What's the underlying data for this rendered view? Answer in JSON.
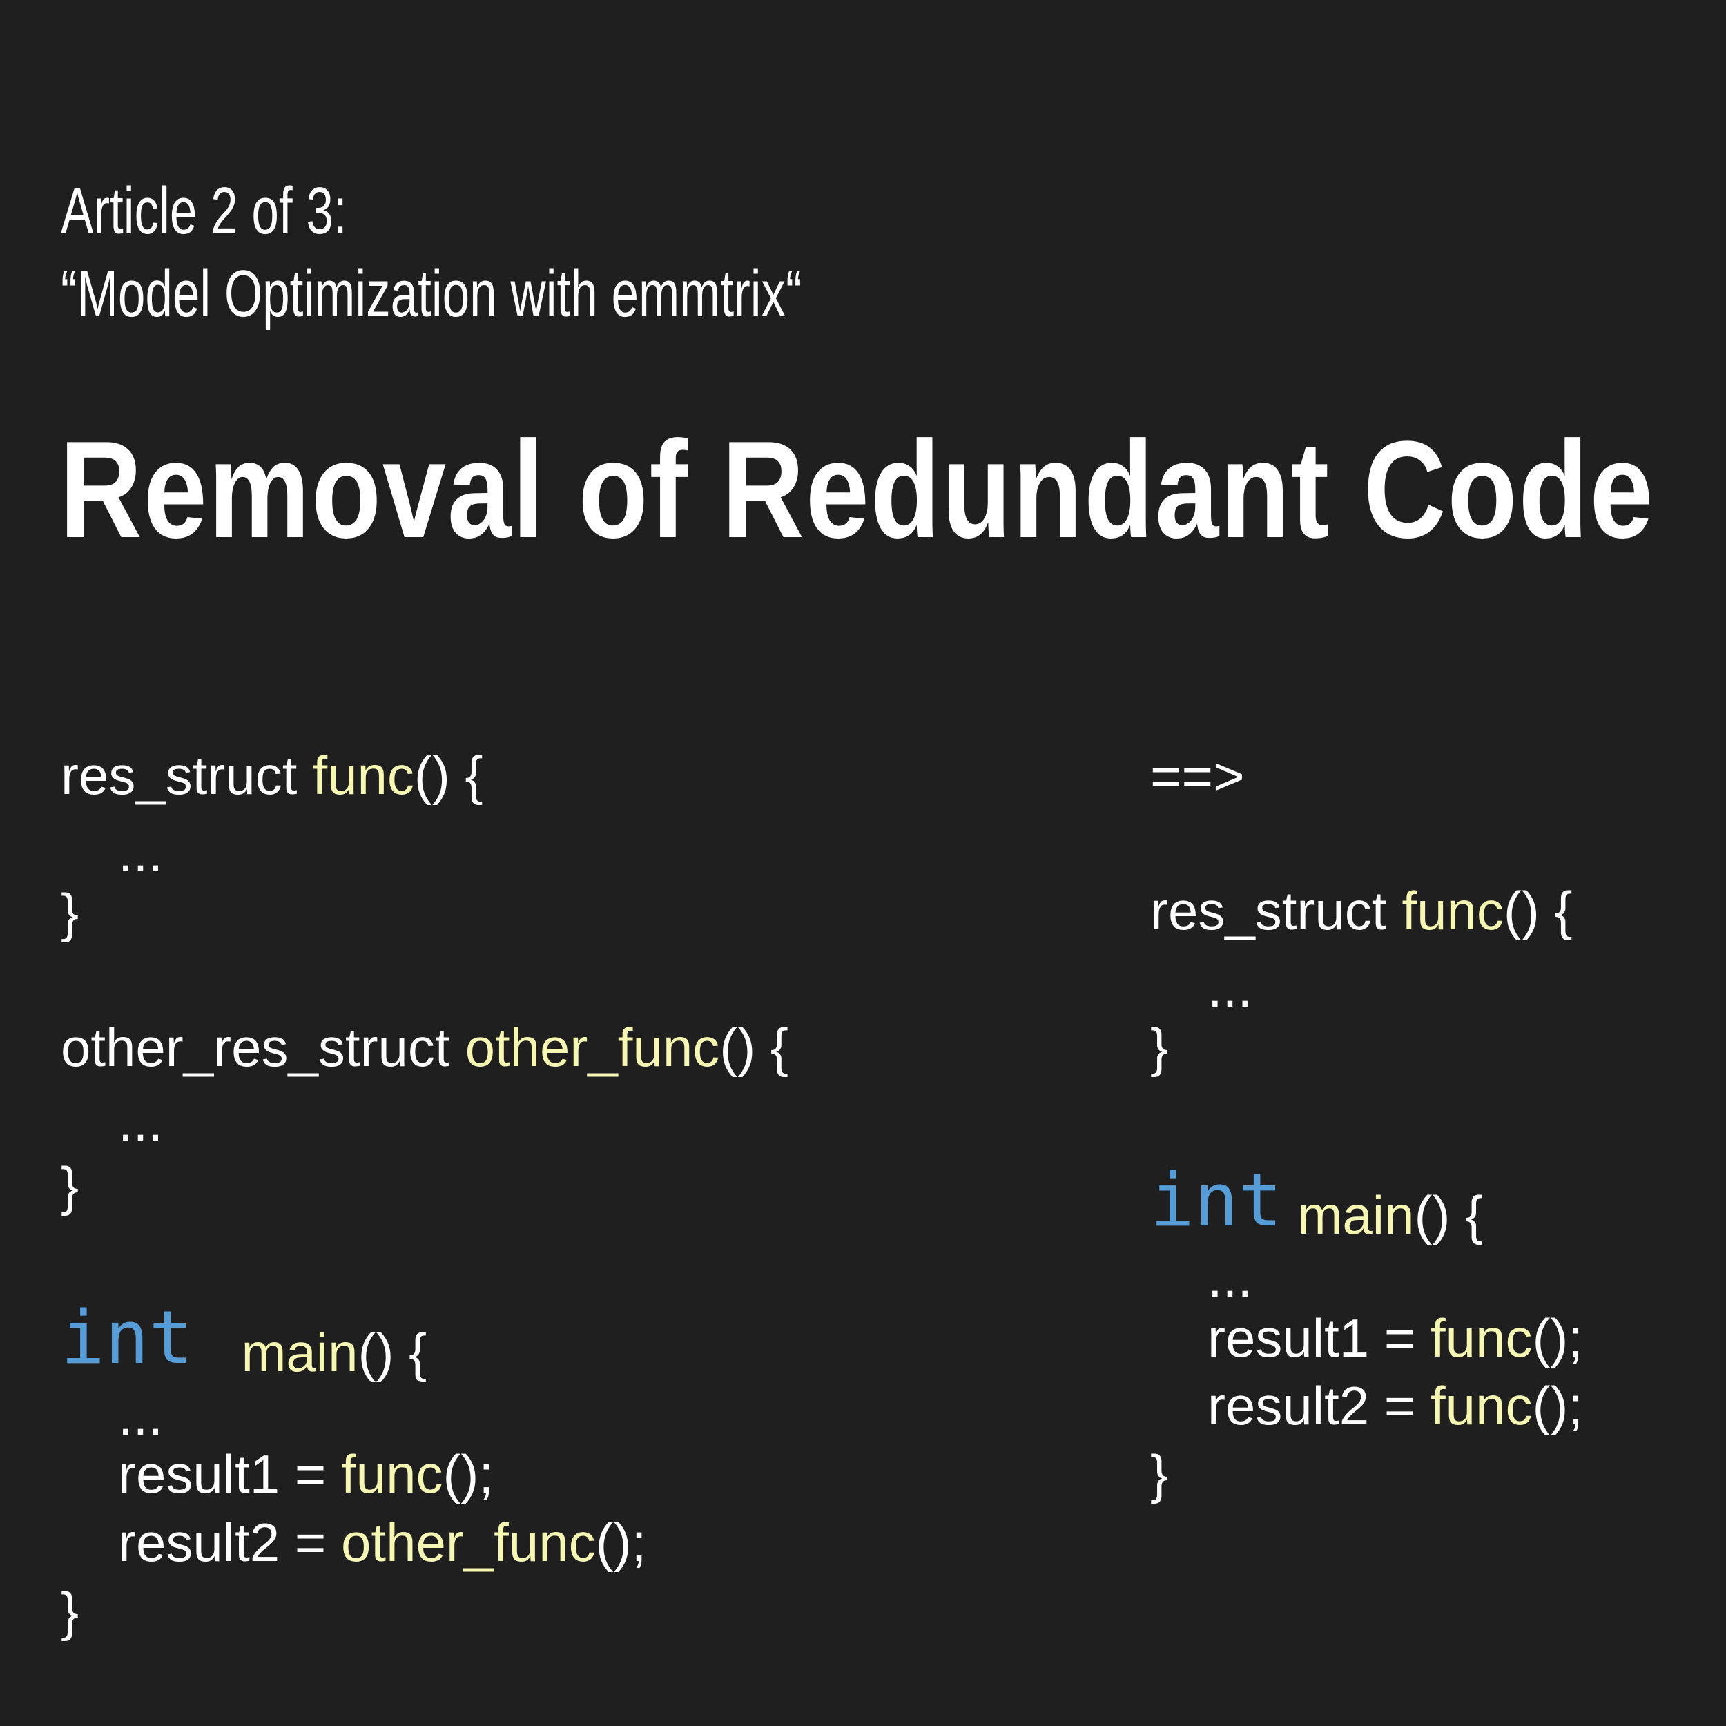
{
  "header": {
    "series_label": "Article 2 of 3:",
    "article_name": "“Model Optimization with emmtrix“",
    "title": "Removal of Redundant Code"
  },
  "colors": {
    "background": "#1f1f1f",
    "text": "#ffffff",
    "function": "#f7f7b4",
    "keyword": "#569cd6"
  },
  "before_code": [
    [
      {
        "t": "res_struct",
        "c": "w"
      },
      {
        "t": " "
      },
      {
        "t": "func",
        "c": "y"
      },
      {
        "t": "() {",
        "c": "w"
      }
    ],
    [
      {
        "t": "...",
        "c": "w"
      }
    ],
    [
      {
        "t": "}",
        "c": "w"
      }
    ],
    [
      {
        "t": "other_res_struct",
        "c": "w"
      },
      {
        "t": " "
      },
      {
        "t": "other_func",
        "c": "y"
      },
      {
        "t": "() {",
        "c": "w"
      }
    ],
    [
      {
        "t": "...",
        "c": "w"
      }
    ],
    [
      {
        "t": "}",
        "c": "w"
      }
    ],
    [
      {
        "t": "int",
        "c": "kw"
      },
      {
        "t": "  "
      },
      {
        "t": "main",
        "c": "y"
      },
      {
        "t": "() {",
        "c": "w"
      }
    ],
    [
      {
        "t": "...",
        "c": "w"
      }
    ],
    [
      {
        "t": "result1 = ",
        "c": "w"
      },
      {
        "t": "func",
        "c": "y"
      },
      {
        "t": "();",
        "c": "w"
      }
    ],
    [
      {
        "t": "result2 = ",
        "c": "w"
      },
      {
        "t": "other_func",
        "c": "y"
      },
      {
        "t": "();",
        "c": "w"
      }
    ],
    [
      {
        "t": "}",
        "c": "w"
      }
    ]
  ],
  "arrow": "==>",
  "after_code": [
    [
      {
        "t": "res_struct",
        "c": "w"
      },
      {
        "t": " "
      },
      {
        "t": "func",
        "c": "y"
      },
      {
        "t": "() {",
        "c": "w"
      }
    ],
    [
      {
        "t": "...",
        "c": "w"
      }
    ],
    [
      {
        "t": "}",
        "c": "w"
      }
    ],
    [
      {
        "t": "int",
        "c": "kw"
      },
      {
        "t": " "
      },
      {
        "t": "main",
        "c": "y"
      },
      {
        "t": "() {",
        "c": "w"
      }
    ],
    [
      {
        "t": "...",
        "c": "w"
      }
    ],
    [
      {
        "t": "result1 = ",
        "c": "w"
      },
      {
        "t": "func",
        "c": "y"
      },
      {
        "t": "();",
        "c": "w"
      }
    ],
    [
      {
        "t": "result2 = ",
        "c": "w"
      },
      {
        "t": "func",
        "c": "y"
      },
      {
        "t": "();",
        "c": "w"
      }
    ],
    [
      {
        "t": "}",
        "c": "w"
      }
    ]
  ]
}
